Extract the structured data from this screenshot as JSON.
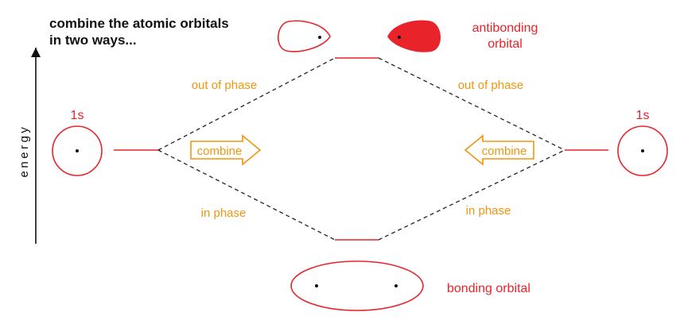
{
  "title_line1": "combine the atomic orbitals",
  "title_line2": "in two ways...",
  "axis_label": "energy",
  "antibonding_label_line1": "antibonding",
  "antibonding_label_line2": "orbital",
  "bonding_label": "bonding orbital",
  "left_orbital_label": "1s",
  "right_orbital_label": "1s",
  "out_of_phase_left": "out of phase",
  "out_of_phase_right": "out of phase",
  "in_phase_left": "in phase",
  "in_phase_right": "in phase",
  "combine_left": "combine",
  "combine_right": "combine",
  "colors": {
    "red": "#e8232a",
    "orange": "#f0960f",
    "black": "#111111",
    "dashed": "#222222"
  }
}
